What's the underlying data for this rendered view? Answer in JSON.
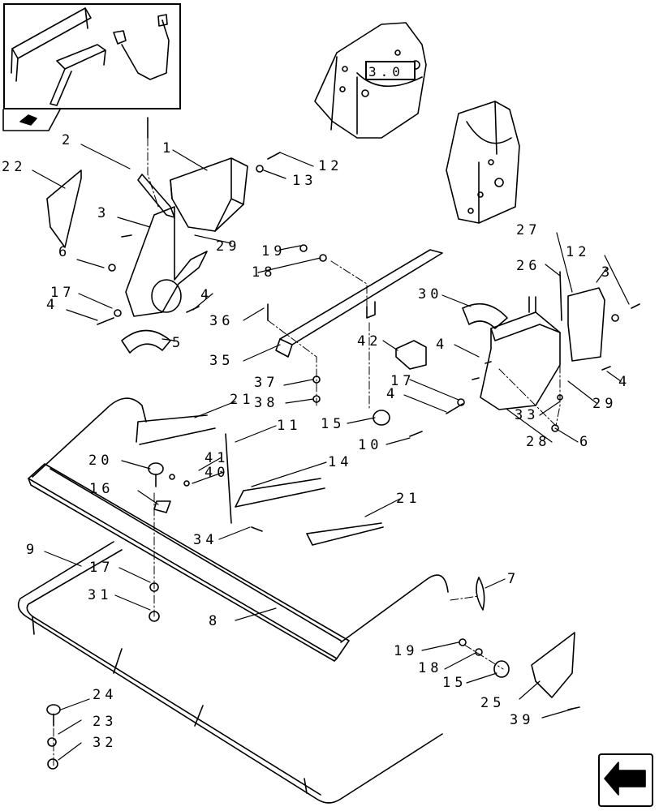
{
  "ref_box": {
    "text": "3.0"
  },
  "labels": [
    {
      "id": "1",
      "text": "1"
    },
    {
      "id": "2",
      "text": "2"
    },
    {
      "id": "3",
      "text": "3"
    },
    {
      "id": "22",
      "text": "22"
    },
    {
      "id": "6a",
      "text": "6"
    },
    {
      "id": "17a",
      "text": "17"
    },
    {
      "id": "4a",
      "text": "4"
    },
    {
      "id": "4b",
      "text": "4"
    },
    {
      "id": "5",
      "text": "5"
    },
    {
      "id": "12a",
      "text": "12"
    },
    {
      "id": "13a",
      "text": "13"
    },
    {
      "id": "29a",
      "text": "29"
    },
    {
      "id": "19a",
      "text": "19"
    },
    {
      "id": "18a",
      "text": "18"
    },
    {
      "id": "36",
      "text": "36"
    },
    {
      "id": "35",
      "text": "35"
    },
    {
      "id": "30",
      "text": "30"
    },
    {
      "id": "42",
      "text": "42"
    },
    {
      "id": "4c",
      "text": "4"
    },
    {
      "id": "27",
      "text": "27"
    },
    {
      "id": "26",
      "text": "26"
    },
    {
      "id": "12b",
      "text": "12"
    },
    {
      "id": "3b",
      "text": "3"
    },
    {
      "id": "4d",
      "text": "4"
    },
    {
      "id": "17b",
      "text": "17"
    },
    {
      "id": "4e",
      "text": "4"
    },
    {
      "id": "29b",
      "text": "29"
    },
    {
      "id": "33",
      "text": "33"
    },
    {
      "id": "28",
      "text": "28"
    },
    {
      "id": "6b",
      "text": "6"
    },
    {
      "id": "37",
      "text": "37"
    },
    {
      "id": "38",
      "text": "38"
    },
    {
      "id": "15a",
      "text": "15"
    },
    {
      "id": "10",
      "text": "10"
    },
    {
      "id": "21a",
      "text": "21"
    },
    {
      "id": "11",
      "text": "11"
    },
    {
      "id": "20",
      "text": "20"
    },
    {
      "id": "41",
      "text": "41"
    },
    {
      "id": "40",
      "text": "40"
    },
    {
      "id": "14",
      "text": "14"
    },
    {
      "id": "16",
      "text": "16"
    },
    {
      "id": "21b",
      "text": "21"
    },
    {
      "id": "34",
      "text": "34"
    },
    {
      "id": "9",
      "text": "9"
    },
    {
      "id": "17c",
      "text": "17"
    },
    {
      "id": "31",
      "text": "31"
    },
    {
      "id": "8",
      "text": "8"
    },
    {
      "id": "7",
      "text": "7"
    },
    {
      "id": "19b",
      "text": "19"
    },
    {
      "id": "18b",
      "text": "18"
    },
    {
      "id": "15b",
      "text": "15"
    },
    {
      "id": "25",
      "text": "25"
    },
    {
      "id": "39",
      "text": "39"
    },
    {
      "id": "24",
      "text": "24"
    },
    {
      "id": "23",
      "text": "23"
    },
    {
      "id": "32",
      "text": "32"
    }
  ]
}
